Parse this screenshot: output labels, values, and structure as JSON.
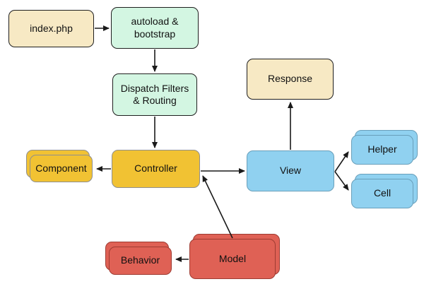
{
  "diagram": {
    "type": "flowchart",
    "description": "Request cycle flow diagram",
    "arrow_color": "#1a1a1a",
    "nodes": {
      "index_php": {
        "label": "index.php",
        "fill": "#F7E9C4",
        "border": "#1f1f1f",
        "stacked": false
      },
      "autoload": {
        "label": "autoload & bootstrap",
        "fill": "#D3F6E2",
        "border": "#1f1f1f",
        "stacked": false
      },
      "dispatch": {
        "label": "Dispatch Filters & Routing",
        "fill": "#D3F6E2",
        "border": "#1f1f1f",
        "stacked": false
      },
      "response": {
        "label": "Response",
        "fill": "#F7E9C4",
        "border": "#1f1f1f",
        "stacked": false
      },
      "controller": {
        "label": "Controller",
        "fill": "#F1C233",
        "border": "#8f8f8f",
        "stacked": false
      },
      "component": {
        "label": "Component",
        "fill": "#F1C233",
        "border": "#8f8f8f",
        "stacked": true
      },
      "view": {
        "label": "View",
        "fill": "#90D1F0",
        "border": "#699fba",
        "stacked": false
      },
      "helper": {
        "label": "Helper",
        "fill": "#90D1F0",
        "border": "#699fba",
        "stacked": true
      },
      "cell": {
        "label": "Cell",
        "fill": "#90D1F0",
        "border": "#699fba",
        "stacked": true
      },
      "model": {
        "label": "Model",
        "fill": "#DF6155",
        "border": "#9e3c33",
        "stacked": true
      },
      "behavior": {
        "label": "Behavior",
        "fill": "#DF6155",
        "border": "#9e3c33",
        "stacked": true
      }
    },
    "edges": [
      {
        "from": "index_php",
        "to": "autoload"
      },
      {
        "from": "autoload",
        "to": "dispatch"
      },
      {
        "from": "dispatch",
        "to": "controller"
      },
      {
        "from": "controller",
        "to": "component"
      },
      {
        "from": "controller",
        "to": "view"
      },
      {
        "from": "model",
        "to": "controller"
      },
      {
        "from": "model",
        "to": "behavior"
      },
      {
        "from": "view",
        "to": "response"
      },
      {
        "from": "view",
        "to": "helper"
      },
      {
        "from": "view",
        "to": "cell"
      }
    ]
  }
}
